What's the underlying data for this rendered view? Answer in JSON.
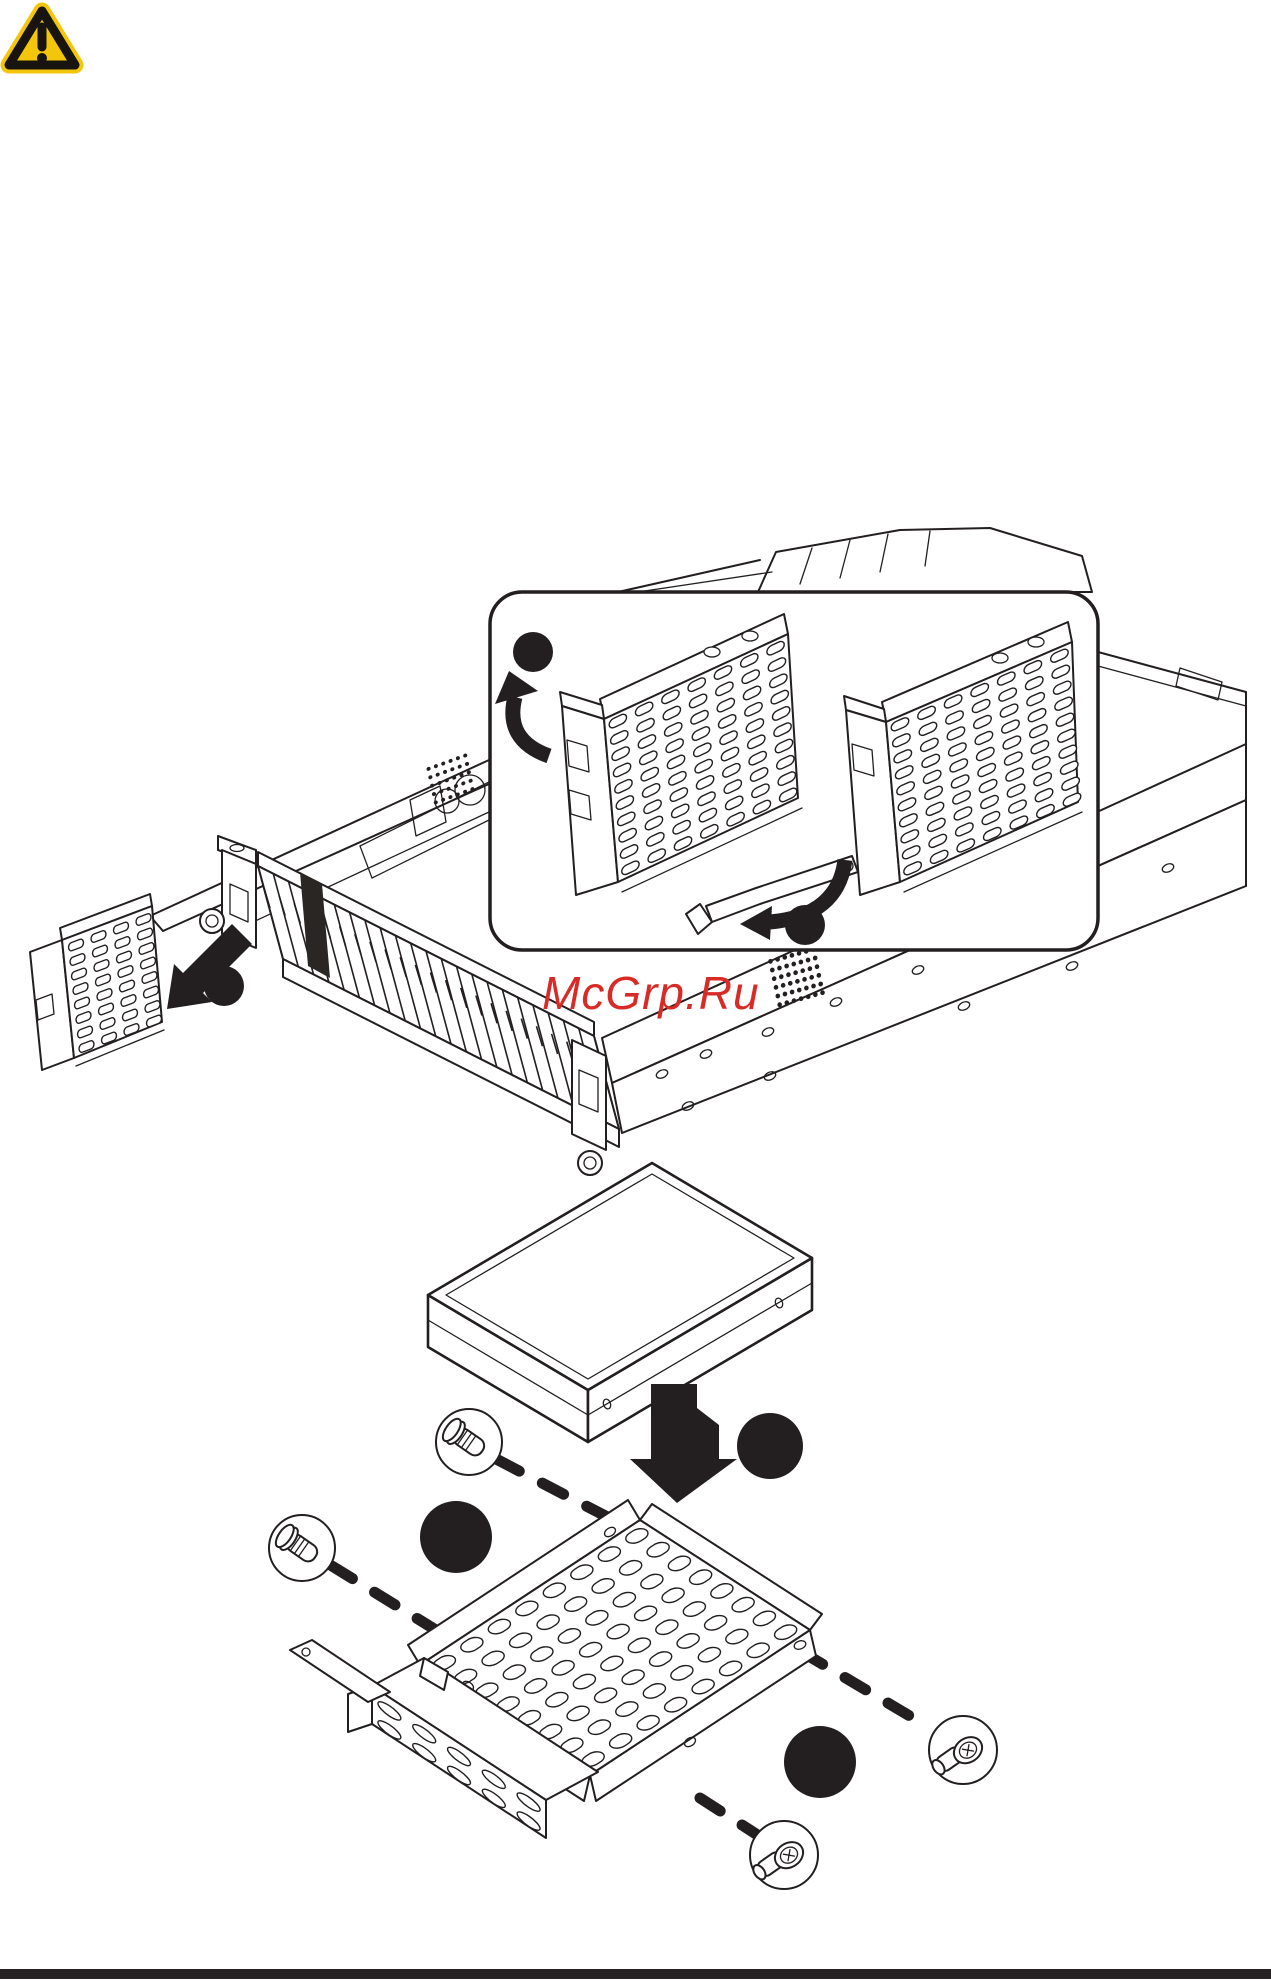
{
  "watermark": {
    "text": "McGrp.Ru",
    "color": "#d92b26"
  },
  "warning_icon": {
    "fill": "#f3c60b",
    "border": "#18140f"
  },
  "footer": {
    "rule_color": "#262223"
  },
  "artwork": {
    "line_color": "#231f20",
    "paper_color": "#ffffff",
    "step_markers_top_diagram": 3,
    "step_markers_bottom_diagram": 3,
    "screw_callouts": 4,
    "drive_trays_in_inset": 2
  }
}
